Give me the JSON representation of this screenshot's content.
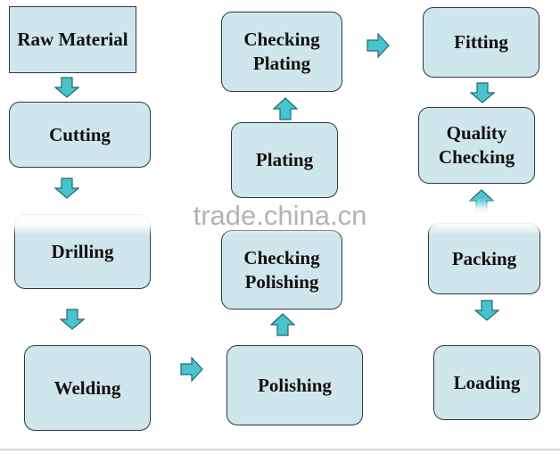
{
  "colors": {
    "box_fill": "#cfe6ec",
    "box_border": "#2b3a44",
    "arrow_fill": "#49c4cc",
    "arrow_border": "#1d6b75",
    "watermark": "#b3b3b3"
  },
  "steps": {
    "raw_material": "Raw Material",
    "cutting": "Cutting",
    "drilling": "Drilling",
    "welding": "Welding",
    "polishing": "Polishing",
    "checking_polishing": "Checking\nPolishing",
    "plating": "Plating",
    "checking_plating": "Checking\nPlating",
    "fitting": "Fitting",
    "quality_checking": "Quality\nChecking",
    "packing": "Packing",
    "loading": "Loading"
  },
  "watermark": "trade.china.cn"
}
